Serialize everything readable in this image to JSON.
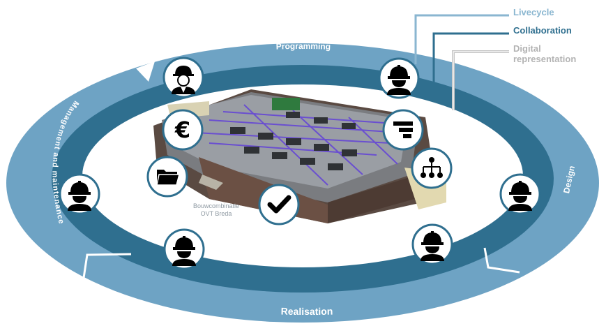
{
  "cycle": {
    "phases": {
      "programming": "Programming",
      "design": "Design",
      "realisation": "Realisation",
      "management": "Management and maintenance"
    }
  },
  "legend": {
    "livecycle": {
      "label": "Livecycle",
      "color": "#8ab6d0"
    },
    "collaboration": {
      "label": "Collaboration",
      "color": "#2f6f8f"
    },
    "digital": {
      "label": "Digital representation",
      "line1": "Digital",
      "line2": "representation",
      "color": "#b3b3b3"
    }
  },
  "building": {
    "caption_line1": "Bouwcombinatie",
    "caption_line2": "OVT Breda"
  },
  "icons": {
    "stakeholders": [
      "worker-icon",
      "worker-icon",
      "worker-icon",
      "worker-icon",
      "worker-icon",
      "worker-icon",
      "worker-suit-icon"
    ],
    "information": [
      "euro-icon",
      "folder-icon",
      "checkmark-icon",
      "planning-bars-icon",
      "org-chart-icon"
    ]
  },
  "colors": {
    "outer_ring": "#6ea3c4",
    "inner_ring": "#2f6f8f",
    "icon_ring": "#2f6f8f"
  }
}
